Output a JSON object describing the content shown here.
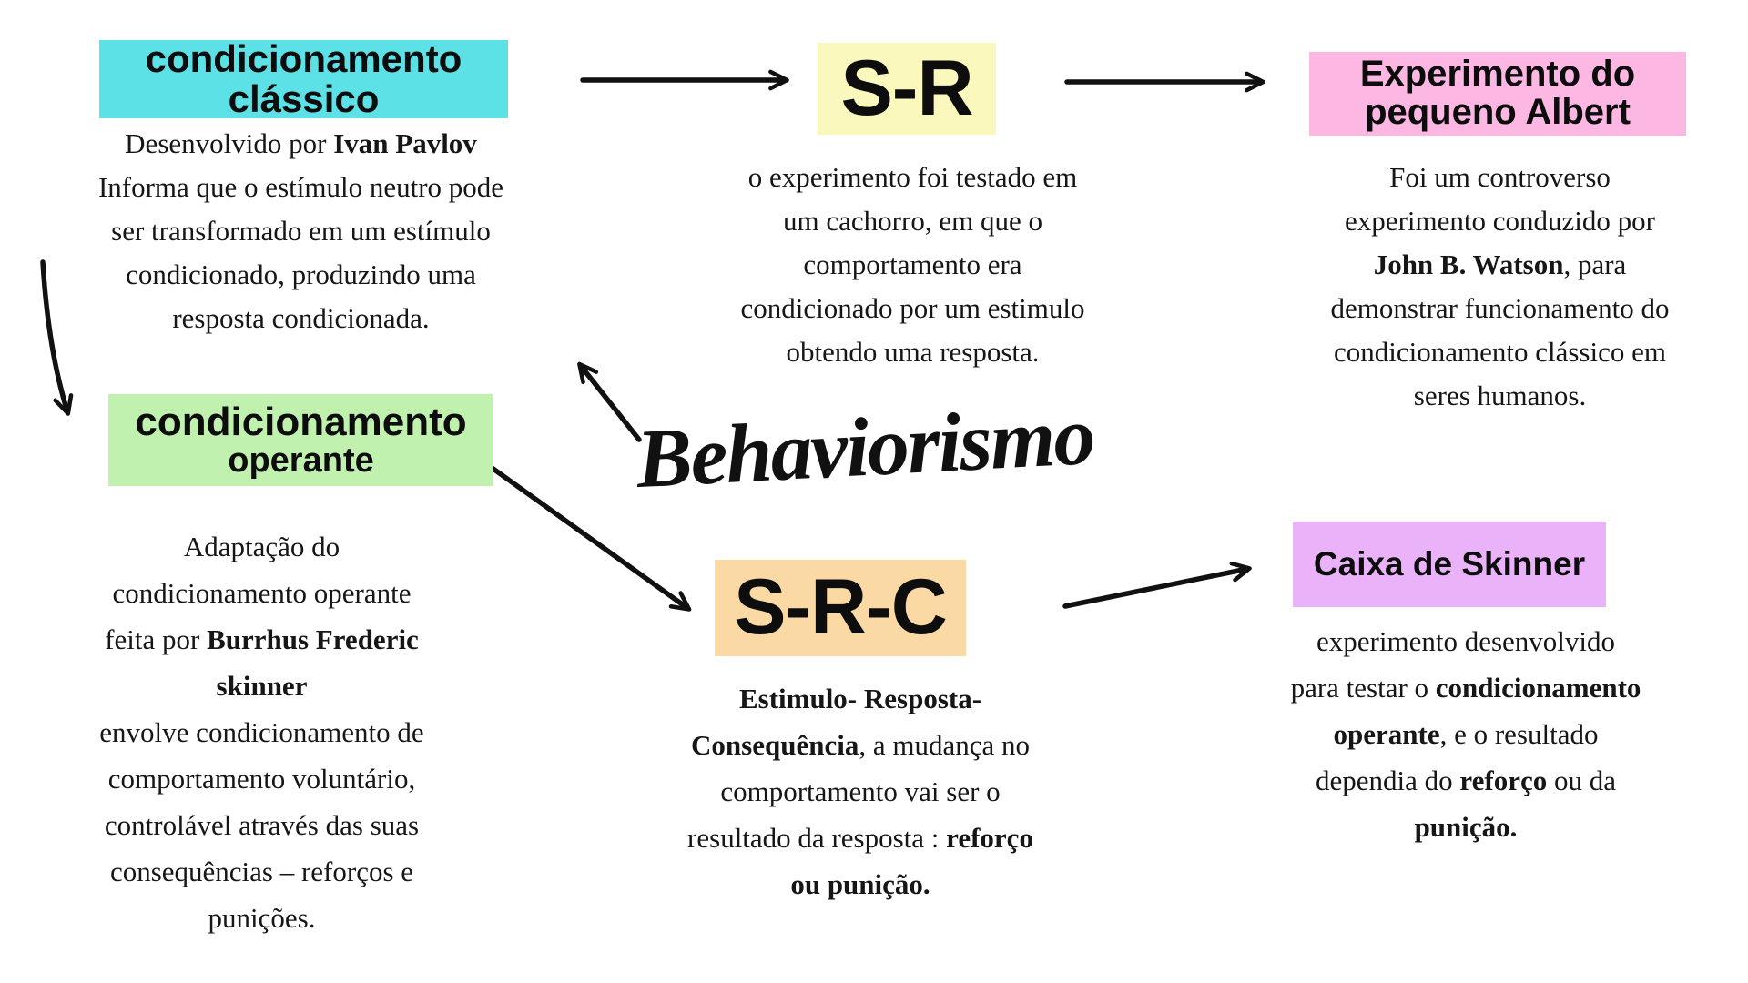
{
  "diagram": {
    "title": "Behaviorismo",
    "nodes": {
      "classico": {
        "label": [
          "condicionamento",
          "clássico"
        ],
        "color": "#5CE1E6",
        "body": [
          "Desenvolvido por **Ivan Pavlov**",
          "Informa que o estímulo neutro pode",
          "ser transformado em um estímulo",
          "condicionado, produzindo uma",
          "resposta condicionada."
        ]
      },
      "sr": {
        "label": [
          "S-R"
        ],
        "color": "#FAF8BC",
        "body": [
          "o experimento foi testado em",
          "um cachorro, em que o",
          "comportamento era",
          "condicionado por um estimulo",
          "obtendo uma resposta."
        ]
      },
      "albert": {
        "label": [
          "Experimento do",
          "pequeno Albert"
        ],
        "color": "#FCB7E2",
        "body": [
          "Foi um controverso",
          "experimento conduzido por",
          "**John B. Watson**, para",
          "demonstrar funcionamento do",
          "condicionamento clássico em",
          "seres humanos."
        ]
      },
      "operante": {
        "label": [
          "condicionamento",
          "operante"
        ],
        "color": "#C1F1AF",
        "body": [
          "Adaptação do",
          "condicionamento operante",
          "feita por **Burrhus Frederic**",
          "**skinner**",
          "envolve condicionamento de",
          "comportamento voluntário,",
          "controlável através das suas",
          "consequências – reforços e",
          "punições."
        ]
      },
      "src": {
        "label": [
          "S-R-C"
        ],
        "color": "#FBD9A5",
        "body": [
          "**Estimulo- Resposta-**",
          "**Consequência**, a mudança no",
          "comportamento vai ser o",
          "resultado da resposta : **reforço**",
          "**ou punição.**"
        ]
      },
      "skinner_box": {
        "label": [
          "Caixa de Skinner"
        ],
        "color": "#EAB2F8",
        "body": [
          "experimento desenvolvido",
          "para testar o **condicionamento**",
          "**operante**, e o resultado",
          "dependia do **reforço** ou da",
          "**punição.**"
        ]
      }
    },
    "connections": [
      {
        "from": "condicionamento clássico",
        "to": "S-R"
      },
      {
        "from": "S-R",
        "to": "Experimento do pequeno Albert"
      },
      {
        "from": "condicionamento clássico",
        "to": "condicionamento operante"
      },
      {
        "from": "Behaviorismo",
        "to": "S-R"
      },
      {
        "from": "condicionamento operante",
        "to": "S-R-C"
      },
      {
        "from": "S-R-C",
        "to": "Caixa de Skinner"
      }
    ]
  }
}
